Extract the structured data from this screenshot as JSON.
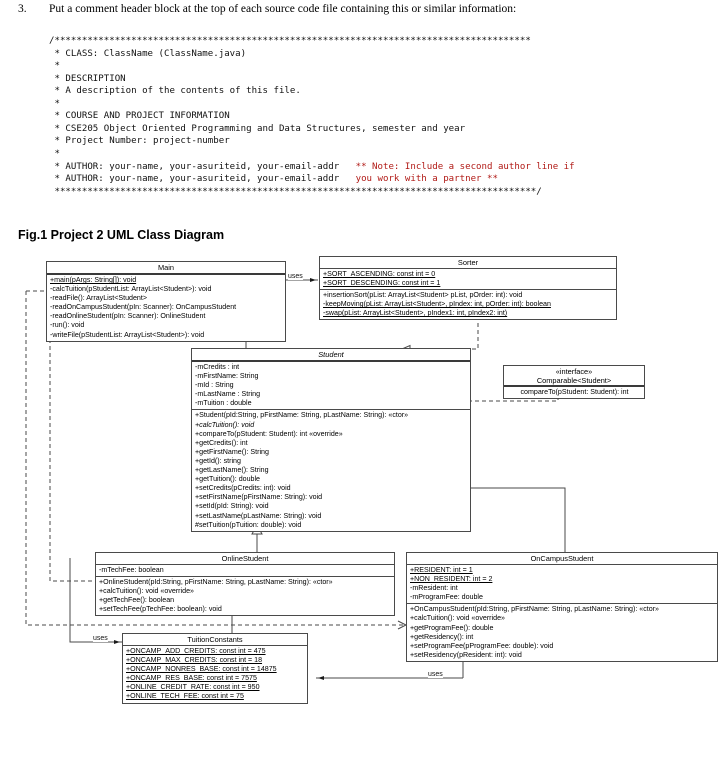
{
  "instruction": {
    "number": "3.",
    "text": "Put a comment header block at the top of each source code file containing this or similar information:"
  },
  "comment_block": {
    "lines": [
      "/***************************************************************************************",
      " * CLASS: ClassName (ClassName.java)",
      " *",
      " * DESCRIPTION",
      " * A description of the contents of this file.",
      " *",
      " * COURSE AND PROJECT INFORMATION",
      " * CSE205 Object Oriented Programming and Data Structures, semester and year",
      " * Project Number: project-number",
      " *"
    ],
    "author_line_1": " * AUTHOR: your-name, your-asuriteid, your-email-addr",
    "author_note_1": "** Note: Include a second author line if",
    "author_line_2": " * AUTHOR: your-name, your-asuriteid, your-email-addr",
    "author_note_2": "you work with a partner **",
    "closing_line": " ****************************************************************************************/",
    "note_color": "#b11a16"
  },
  "figure": {
    "caption": "Fig.1 Project 2 UML Class Diagram"
  },
  "classes": {
    "main": {
      "name": "Main",
      "methods": [
        "+main(pArgs: String[]): void",
        "-calcTuition(pStudentList: ArrayList<Student>): void",
        "-readFile(): ArrayList<Student>",
        "-readOnCampusStudent(pIn: Scanner): OnCampusStudent",
        "-readOnlineStudent(pIn: Scanner): OnlineStudent",
        "-run(): void",
        "-writeFile(pStudentList: ArrayList<Student>): void"
      ]
    },
    "sorter": {
      "name": "Sorter",
      "constants": [
        "+SORT_ASCENDING: const int = 0",
        "+SORT_DESCENDING: const int = 1"
      ],
      "methods": [
        "+insertionSort(pList: ArrayList<Student> pList, pOrder: int): void",
        "-keepMoving(pList: ArrayList<Student>, pIndex: int, pOrder: int): boolean",
        "-swap(pList: ArrayList<Student>, pIndex1: int, pIndex2: int)"
      ]
    },
    "student": {
      "name": "Student",
      "fields": [
        "-mCredits : int",
        "-mFirstName: String",
        "-mId : String",
        "-mLastName : String",
        "-mTuition : double"
      ],
      "methods": [
        "+Student(pId:String, pFirstName: String, pLastName: String): «ctor»",
        "+calcTuition(): void",
        "+compareTo(pStudent: Student): int «override»",
        "+getCredits(): int",
        "+getFirstName(): String",
        "+getId(): string",
        "+getLastName(): String",
        "+getTuition(): double",
        "+setCredits(pCredits: int): void",
        "+setFirstName(pFirstName: String): void",
        "+setId(pId: String): void",
        "+setLastName(pLastName: String): void",
        "#setTuition(pTuition: double): void"
      ]
    },
    "comparable": {
      "stereotype": "«interface»",
      "name": "Comparable<Student>",
      "methods": [
        "compareTo(pStudent: Student): int"
      ]
    },
    "online_student": {
      "name": "OnlineStudent",
      "fields": [
        "-mTechFee: boolean"
      ],
      "methods": [
        "+OnlineStudent(pId:String, pFirstName: String, pLastName: String): «ctor»",
        "+calcTuition(): void «override»",
        "+getTechFee(): boolean",
        "+setTechFee(pTechFee: boolean): void"
      ]
    },
    "oncampus_student": {
      "name": "OnCampusStudent",
      "fields": [
        "+RESIDENT: int = 1",
        "+NON_RESIDENT: int = 2",
        "-mResident: int",
        "-mProgramFee: double"
      ],
      "methods": [
        "+OnCampusStudent(pId:String, pFirstName: String, pLastName: String): «ctor»",
        "+calcTuition(): void «override»",
        "+getProgramFee(): double",
        "+getResidency(): int",
        "+setProgramFee(pProgramFee: double): void",
        "+setResidency(pResident: int): void"
      ]
    },
    "tuition_constants": {
      "name": "TuitionConstants",
      "constants": [
        "+ONCAMP_ADD_CREDITS: const int = 475",
        "+ONCAMP_MAX_CREDITS: const int = 18",
        "+ONCAMP_NONRES_BASE: const int = 14875",
        "+ONCAMP_RES_BASE: const int = 7575",
        "+ONLINE_CREDIT_RATE: const int = 950",
        "+ONLINE_TECH_FEE: const int = 75"
      ]
    }
  },
  "edges": {
    "main_uses_sorter": "uses",
    "main_uses_tuition": "uses",
    "oncampus_uses_tuition": "uses"
  }
}
